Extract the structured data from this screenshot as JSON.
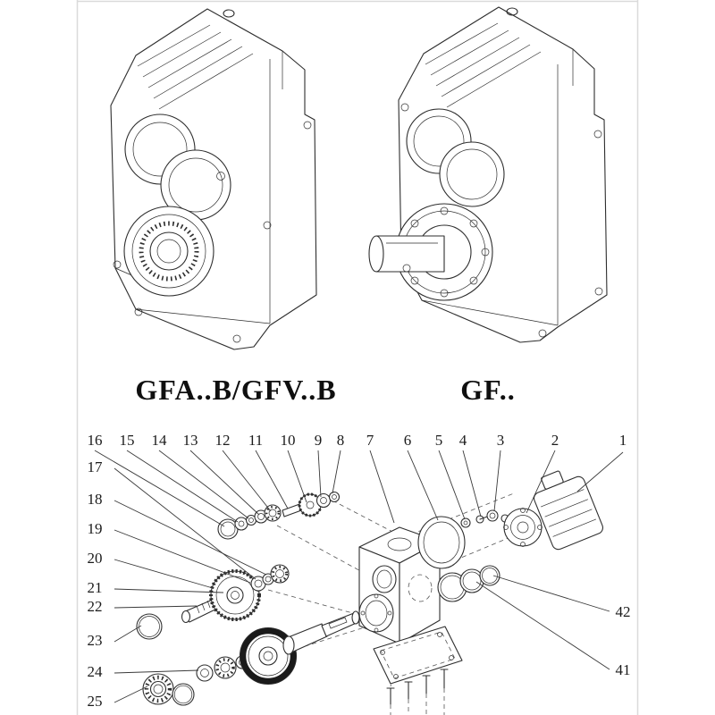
{
  "captions": {
    "left": "GFA..B/GFV..B",
    "right": "GF.."
  },
  "exploded": {
    "callouts": {
      "top": [
        "16",
        "15",
        "14",
        "13",
        "12",
        "11",
        "10",
        "9",
        "8",
        "7",
        "6",
        "5",
        "4",
        "3",
        "2",
        "1"
      ],
      "left": [
        "17",
        "18",
        "19",
        "20",
        "21",
        "22",
        "23",
        "24",
        "25"
      ],
      "right": [
        "42",
        "41"
      ]
    }
  },
  "colors": {
    "line": "#2e2e2e",
    "photo_edge": "#dadada",
    "background": "#ffffff"
  }
}
